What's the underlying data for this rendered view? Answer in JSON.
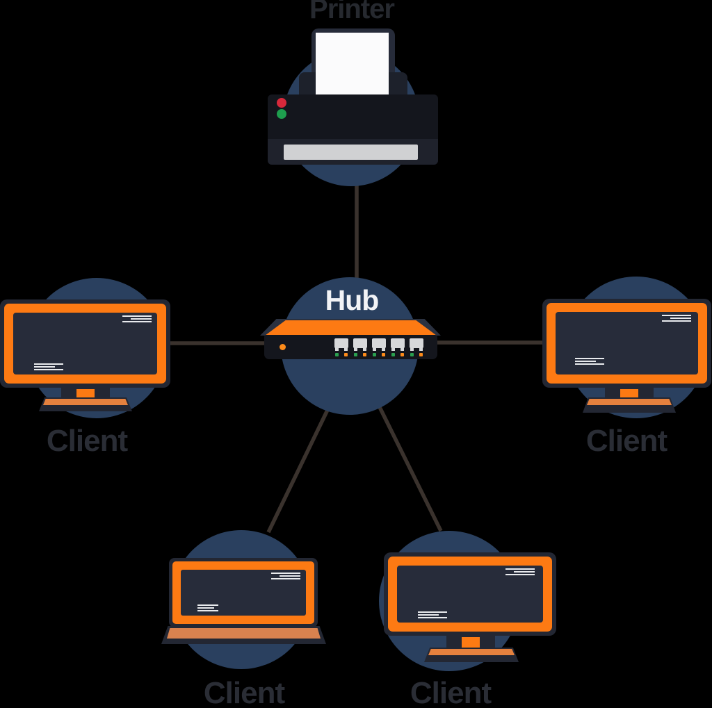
{
  "diagram_type": "star-network-topology",
  "nodes": {
    "printer": {
      "label": "Printer",
      "icon": "printer-icon"
    },
    "hub": {
      "label": "Hub",
      "icon": "hub-icon",
      "port_count": 5
    },
    "client_left": {
      "label": "Client",
      "icon": "desktop-monitor-icon"
    },
    "client_right": {
      "label": "Client",
      "icon": "desktop-monitor-icon"
    },
    "client_bottom_left": {
      "label": "Client",
      "icon": "laptop-icon"
    },
    "client_bottom_right": {
      "label": "Client",
      "icon": "desktop-monitor-icon"
    }
  },
  "edges": [
    {
      "from": "hub",
      "to": "printer"
    },
    {
      "from": "hub",
      "to": "client_left"
    },
    {
      "from": "hub",
      "to": "client_right"
    },
    {
      "from": "hub",
      "to": "client_bottom_left"
    },
    {
      "from": "hub",
      "to": "client_bottom_right"
    }
  ],
  "colors": {
    "background": "#000000",
    "halo_circle": "#2a405f",
    "wire": "#3a322d",
    "device_dark": "#14161d",
    "casing_dark": "#232733",
    "screen_dark": "#272c3a",
    "accent_orange": "#fd7a13",
    "muted_orange": "#e5813e",
    "laptop_base_orange": "#d9824f",
    "label_dark": "#2a2d35",
    "label_light": "#f2f3f6",
    "led_red": "#d7293b",
    "led_green": "#1e9e4e",
    "tray_gray": "#d0d1d3"
  }
}
